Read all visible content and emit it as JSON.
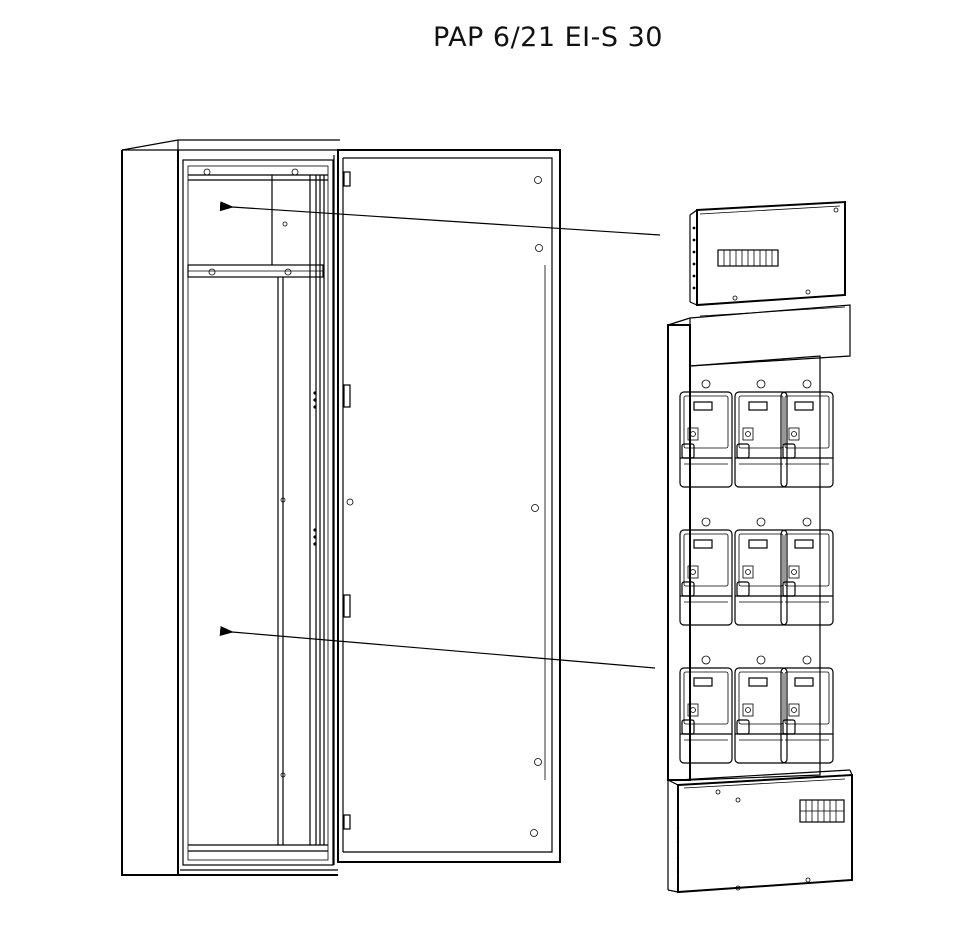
{
  "title": "PAP 6/21  EI-S 30",
  "colors": {
    "line": "#000000",
    "background": "#ffffff"
  },
  "meter_rows": 3,
  "meters_per_row": 3
}
